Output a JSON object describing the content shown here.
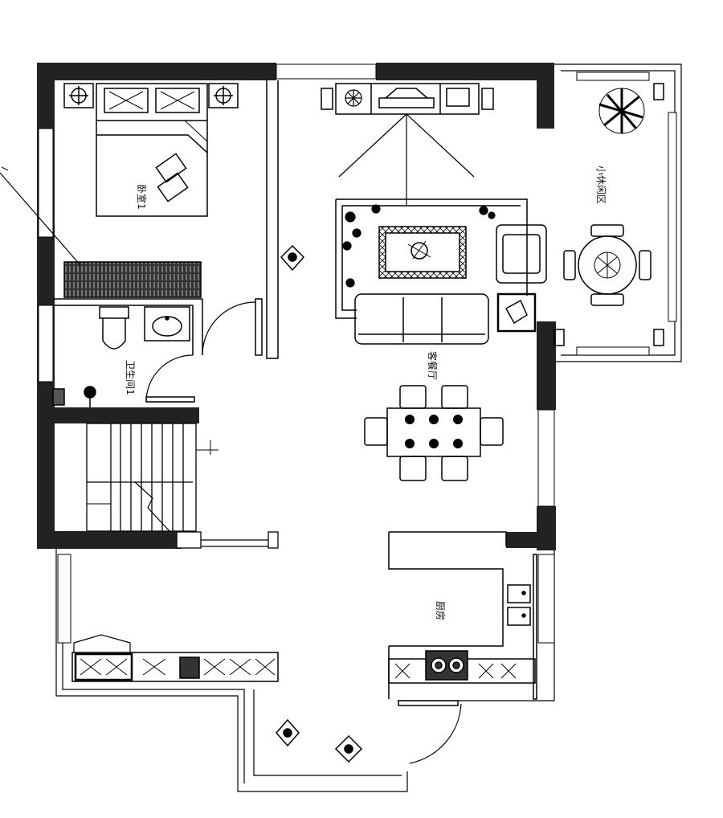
{
  "labels": {
    "bedroom": "卧室1",
    "bathroom": "卫生间1",
    "living_dining": "客餐厅",
    "kitchen": "厨房",
    "sunroom": "小休闲区"
  },
  "colors": {
    "wall": "#222222",
    "line": "#000000",
    "background": "#ffffff"
  },
  "icons": {
    "plant": "potted-plant-icon",
    "north_arrow": "compass-arrow-icon",
    "tv": "tv-icon"
  }
}
